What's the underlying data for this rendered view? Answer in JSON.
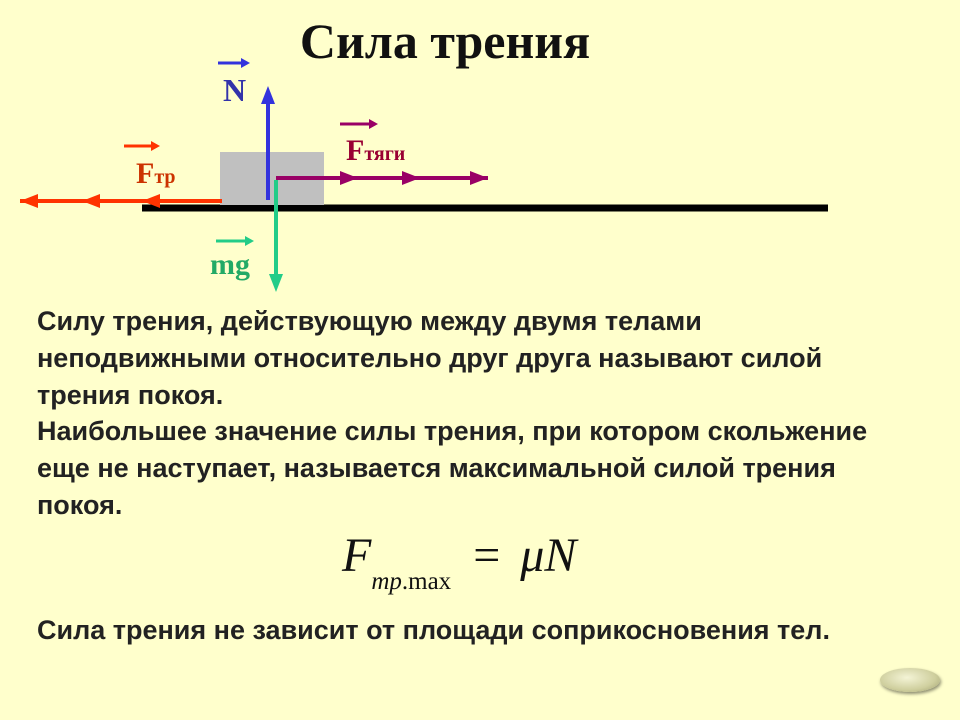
{
  "title": "Сила трения",
  "diagram": {
    "labels": {
      "normal": "N",
      "friction_main": "F",
      "friction_sub": "тр",
      "traction_main": "F",
      "traction_sub": "тяги",
      "gravity": "mg"
    },
    "colors": {
      "normal": "#3333dd",
      "friction": "#ff3300",
      "traction": "#990066",
      "gravity": "#22cc88",
      "label_normal": "#3333aa",
      "label_friction": "#cc3300",
      "label_traction": "#990033",
      "label_gravity": "#22aa66",
      "block": "#c0c0c0",
      "surface": "#000000"
    }
  },
  "paragraphs": [
    "Силу трения, действующую между двумя телами неподвижными относительно друг друга называют силой трения покоя.",
    "Наибольшее значение силы трения, при котором скольжение еще не наступает, называется максимальной силой трения покоя.",
    "Сила трения не зависит от площади соприкосновения тел."
  ],
  "formula": {
    "lhs": "F",
    "subscript": "тр",
    "subscript_suffix": ".max",
    "equals": "=",
    "rhs": "μN"
  }
}
